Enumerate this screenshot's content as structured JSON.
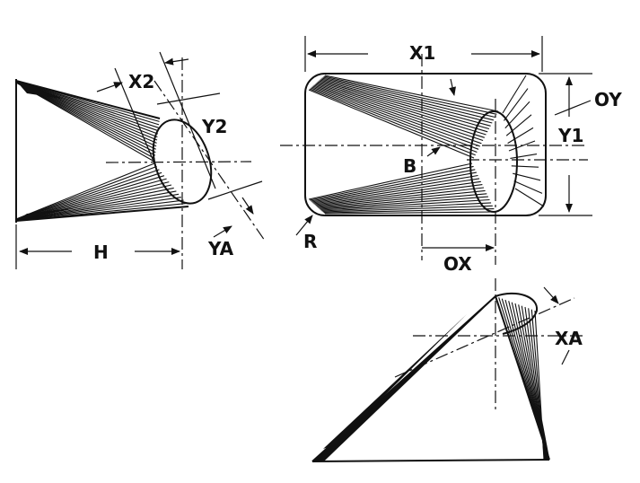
{
  "labels": {
    "x2": "X2",
    "y2": "Y2",
    "h": "H",
    "ya": "YA",
    "x1": "X1",
    "oy": "OY",
    "y1": "Y1",
    "b": "B",
    "r": "R",
    "ox": "OX",
    "xa": "XA"
  },
  "colors": {
    "ink": "#111111",
    "paper": "#ffffff"
  }
}
